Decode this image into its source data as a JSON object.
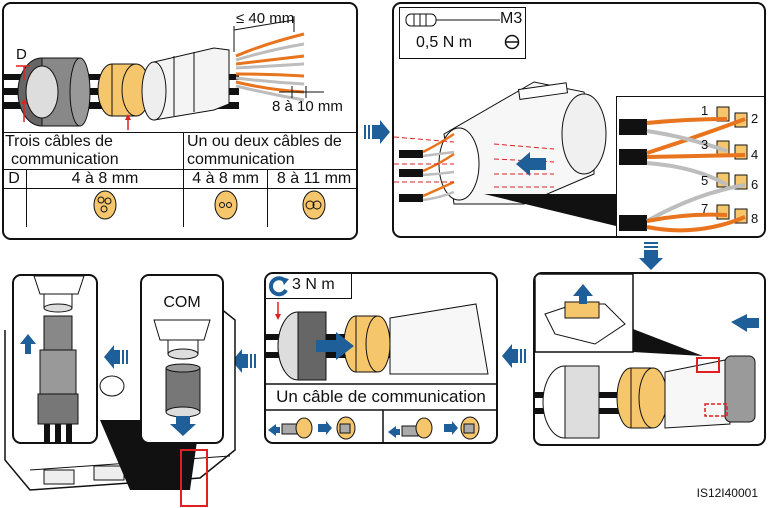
{
  "figure_id": "IS12I40001",
  "colors": {
    "accent_blue": "#1f5f99",
    "wire_orange": "#e8741e",
    "seal_yellow": "#f6c66c",
    "callout_red": "#e02020",
    "wire_gray": "#bdbdbd",
    "outline": "#111111"
  },
  "step1": {
    "dimension_D": "D",
    "strip_length": "≤ 40 mm",
    "wire_strip": "8 à 10 mm",
    "table": {
      "header_three": "Trois câbles de communication",
      "header_three_l1": "Trois câbles de",
      "header_three_l2": "communication",
      "header_onetwo_l1": "Un ou deux câbles de",
      "header_onetwo_l2": "communication",
      "row_label": "D",
      "range_three": "4 à 8 mm",
      "range_two_a": "4 à 8 mm",
      "range_two_b": "8 à 11 mm",
      "seals": [
        "three-hole-seal",
        "two-hole-seal",
        "two-large-hole-seal"
      ]
    }
  },
  "step2": {
    "tool": "screwdriver-icon",
    "screw": "M3",
    "torque": "0,5 N m",
    "pins": [
      "1",
      "2",
      "3",
      "4",
      "5",
      "6",
      "7",
      "8"
    ]
  },
  "step3": {
    "note": "push-lock-and-insert"
  },
  "step4": {
    "torque": "3 N m",
    "caption": "Un câble de communication"
  },
  "step5": {
    "label": "COM"
  },
  "step6": {
    "note": "insert-into-inverter"
  }
}
